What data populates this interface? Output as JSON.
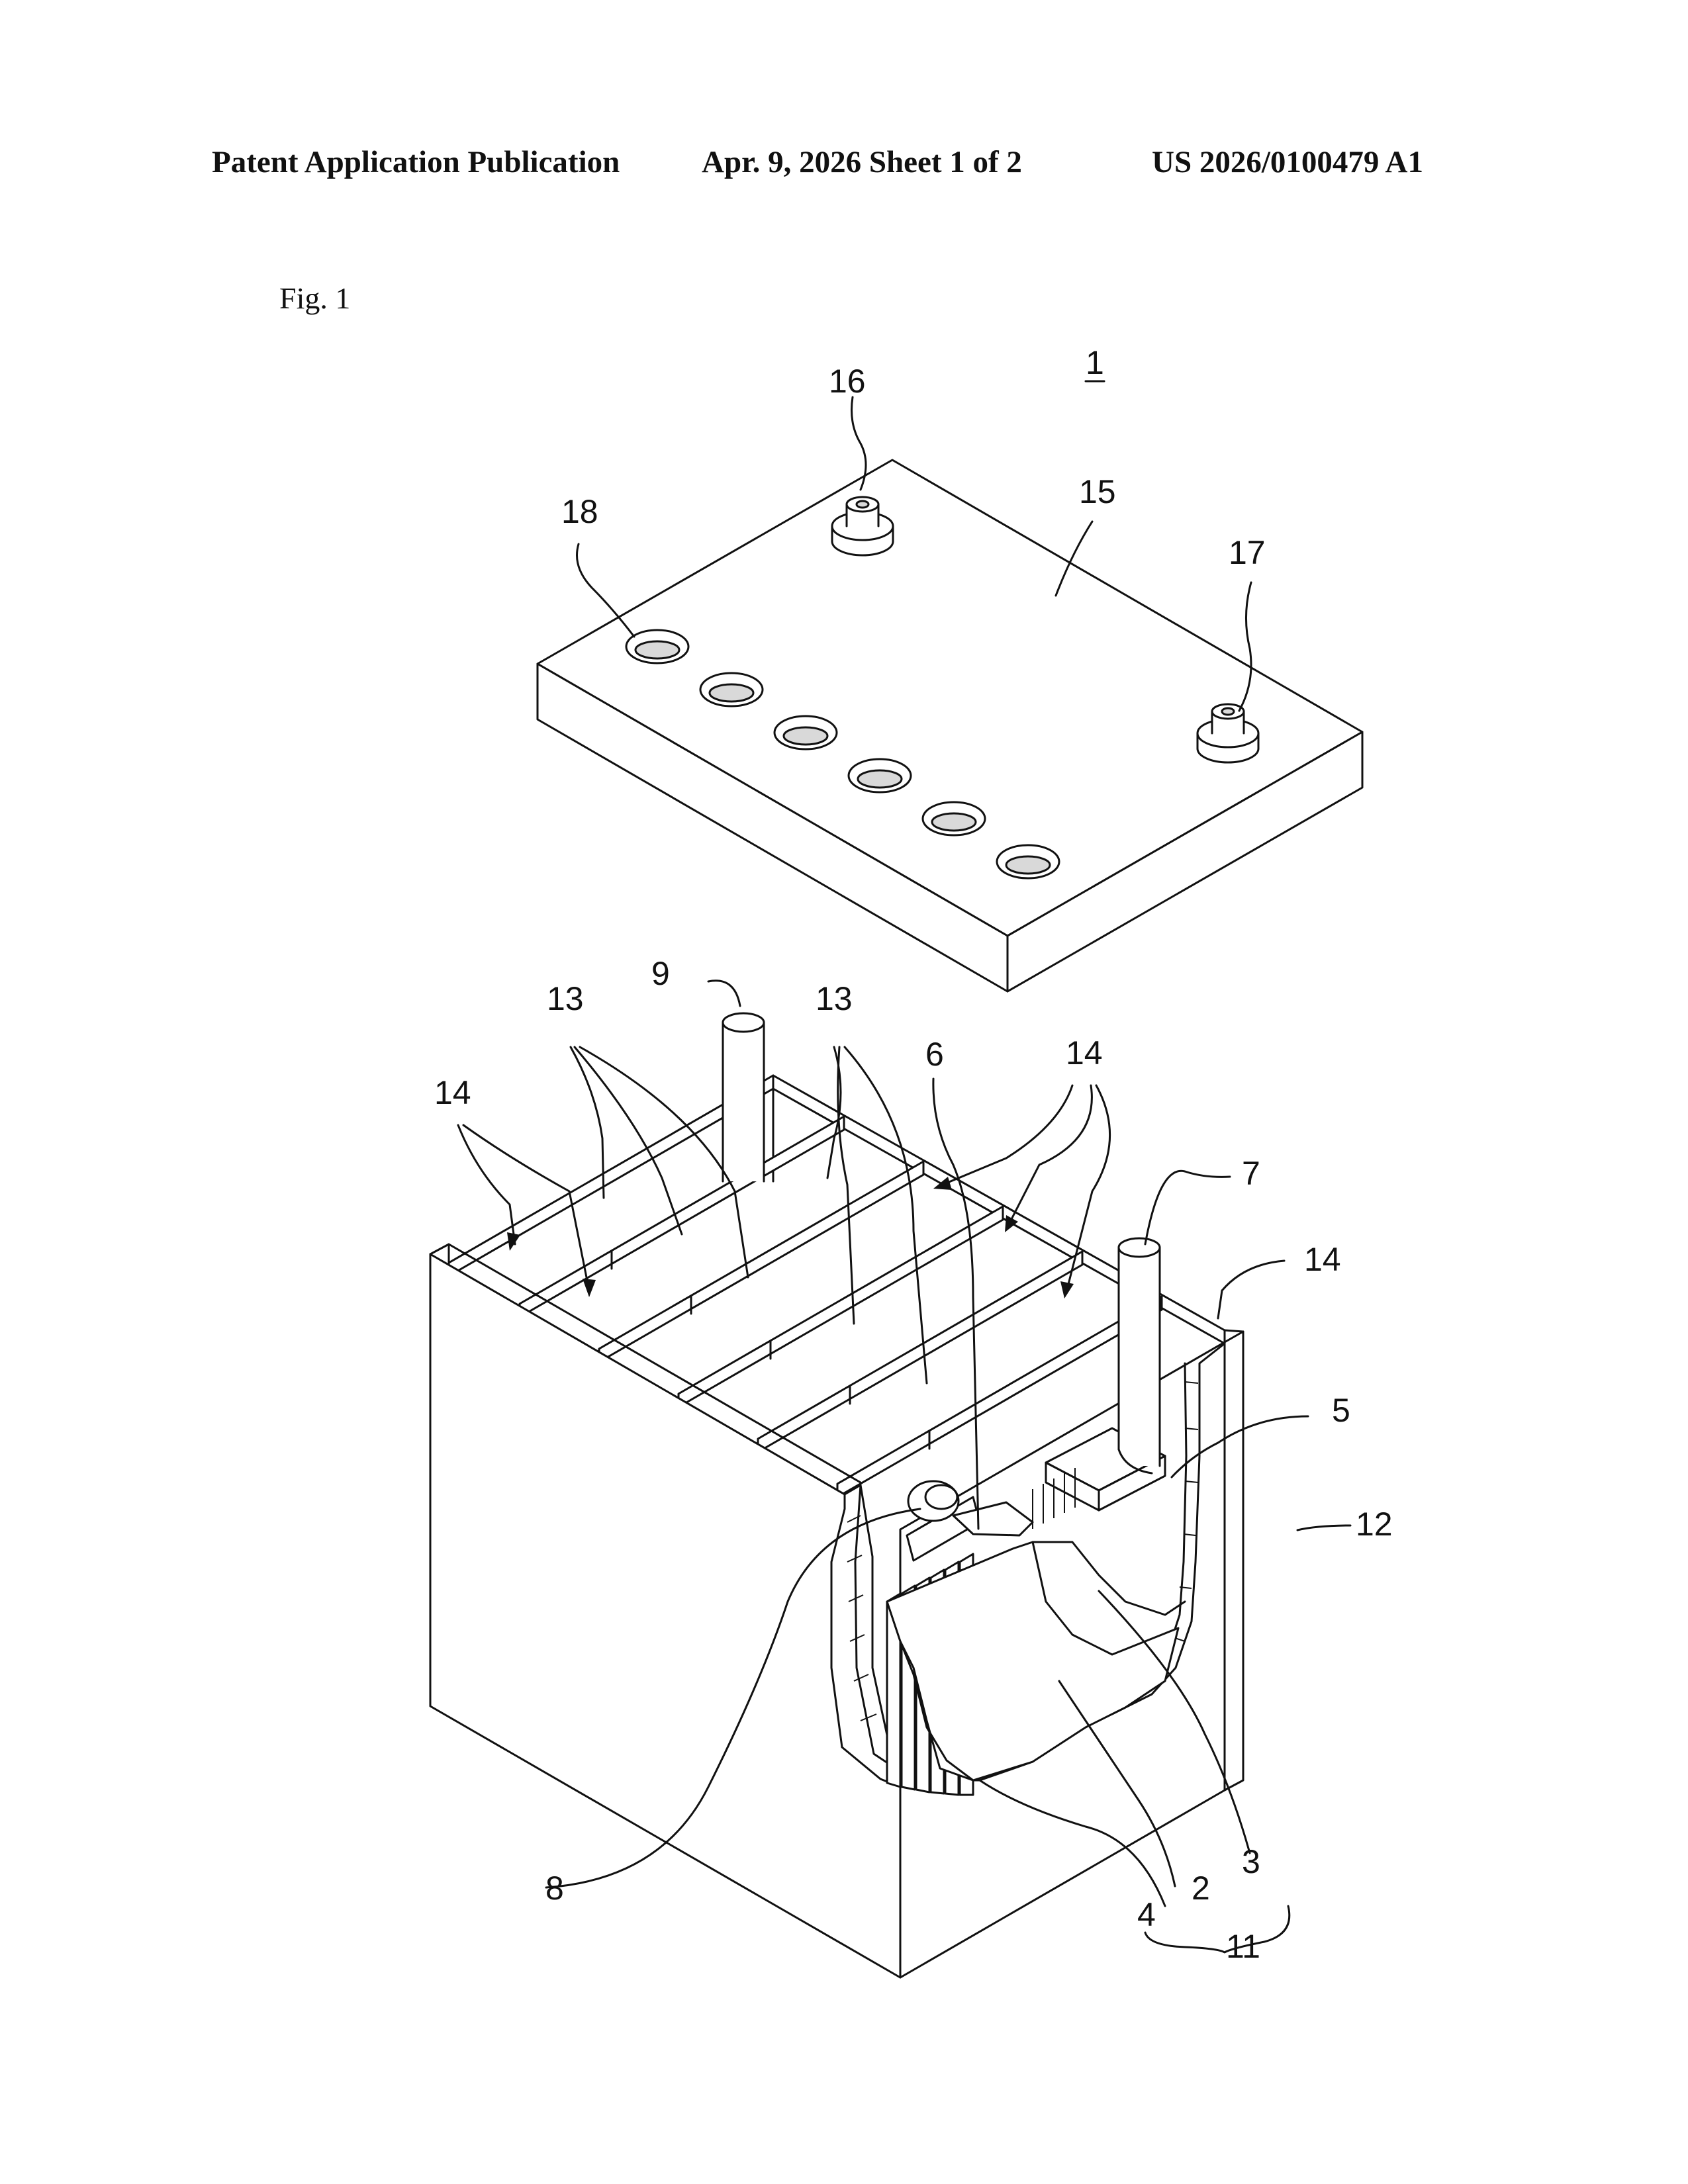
{
  "header": {
    "left": "Patent Application Publication",
    "middle": "Apr. 9, 2026   Sheet 1 of 2",
    "right": "US 2026/0100479 A1"
  },
  "figure": {
    "label": "Fig. 1",
    "refs": {
      "r1": "1",
      "r2": "2",
      "r3": "3",
      "r4": "4",
      "r5": "5",
      "r6": "6",
      "r7": "7",
      "r8": "8",
      "r9": "9",
      "r11": "11",
      "r12": "12",
      "r13": "13",
      "r14": "14",
      "r15": "15",
      "r16": "16",
      "r17": "17",
      "r18": "18"
    }
  }
}
